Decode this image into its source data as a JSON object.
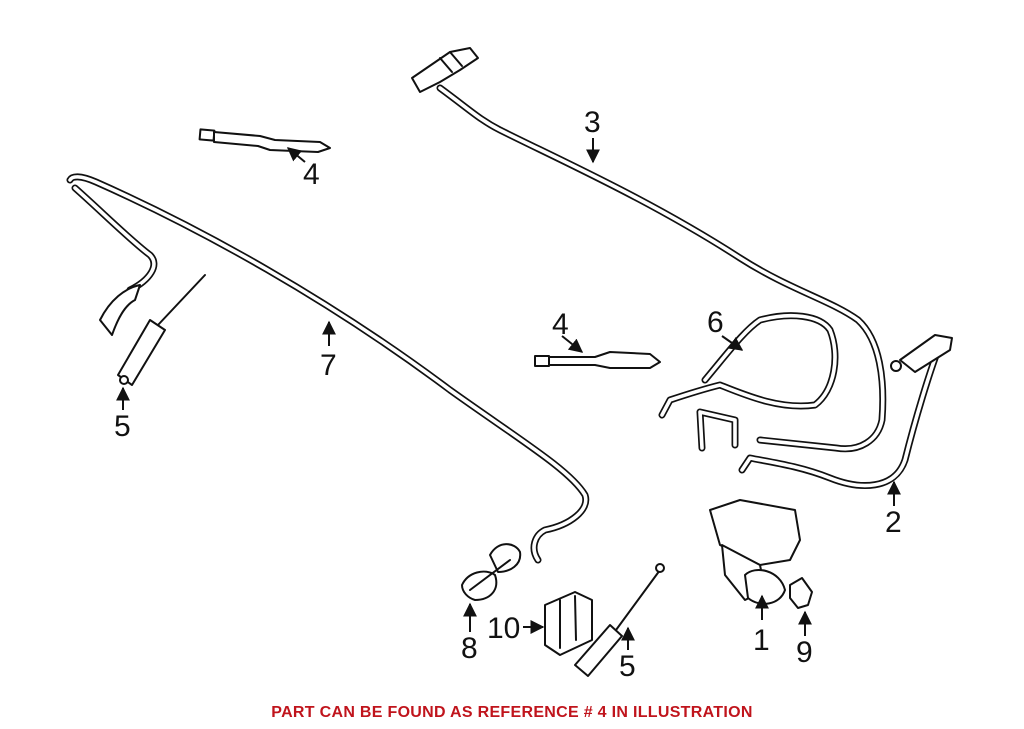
{
  "diagram": {
    "callouts": [
      {
        "id": "c1",
        "label": "1"
      },
      {
        "id": "c2",
        "label": "2"
      },
      {
        "id": "c3",
        "label": "3"
      },
      {
        "id": "c4a",
        "label": "4"
      },
      {
        "id": "c4b",
        "label": "4"
      },
      {
        "id": "c5a",
        "label": "5"
      },
      {
        "id": "c5b",
        "label": "5"
      },
      {
        "id": "c6",
        "label": "6"
      },
      {
        "id": "c7",
        "label": "7"
      },
      {
        "id": "c8",
        "label": "8"
      },
      {
        "id": "c9",
        "label": "9"
      },
      {
        "id": "c10",
        "label": "10"
      }
    ],
    "note": {
      "text": "PART CAN BE FOUND AS REFERENCE # 4 IN ILLUSTRATION",
      "color": "#c0141c"
    },
    "line_color": "#111111",
    "background": "#ffffff"
  }
}
